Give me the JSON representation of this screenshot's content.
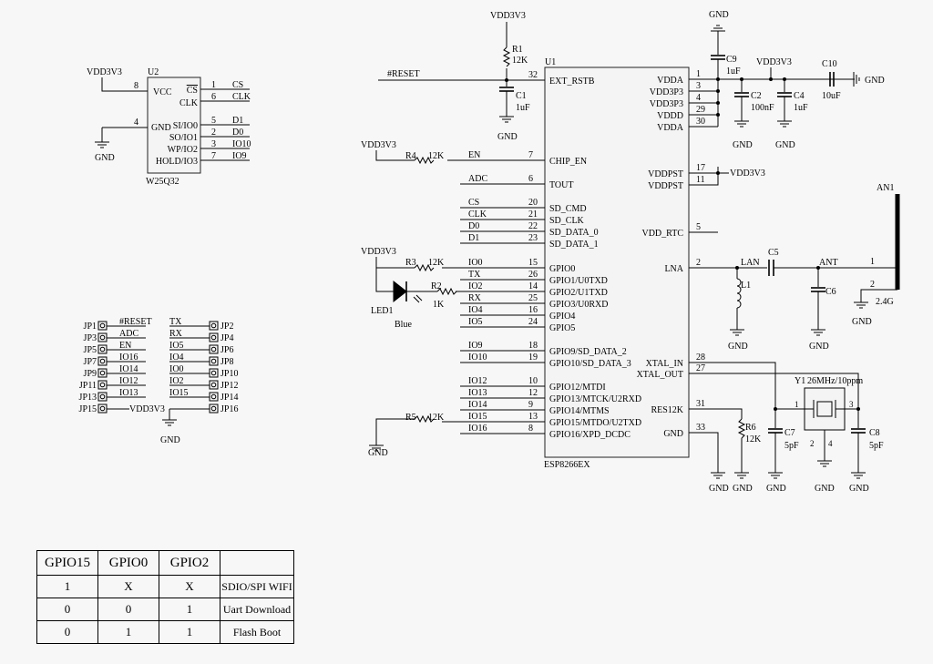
{
  "flash": {
    "ref": "U2",
    "part": "W25Q32",
    "vcc_net": "VDD3V3",
    "gnd_net": "GND",
    "left_pins": [
      {
        "num": "8",
        "name": "VCC"
      },
      {
        "num": "4",
        "name": "GND"
      }
    ],
    "right_pins": [
      {
        "num": "1",
        "name": "CS",
        "net": "CS"
      },
      {
        "num": "6",
        "name": "CLK",
        "net": "CLK"
      },
      {
        "num": "5",
        "name": "SI/IO0",
        "net": "D1"
      },
      {
        "num": "2",
        "name": "SO/IO1",
        "net": "D0"
      },
      {
        "num": "3",
        "name": "WP/IO2",
        "net": "IO10"
      },
      {
        "num": "7",
        "name": "HOLD/IO3",
        "net": "IO9"
      }
    ]
  },
  "mcu": {
    "ref": "U1",
    "part": "ESP8266EX",
    "left_pins": [
      {
        "num": "32",
        "name": "EXT_RSTB",
        "net": "#RESET"
      },
      {
        "num": "7",
        "name": "CHIP_EN",
        "net": "EN"
      },
      {
        "num": "6",
        "name": "TOUT",
        "net": "ADC"
      },
      {
        "num": "20",
        "name": "SD_CMD",
        "net": "CS"
      },
      {
        "num": "21",
        "name": "SD_CLK",
        "net": "CLK"
      },
      {
        "num": "22",
        "name": "SD_DATA_0",
        "net": "D0"
      },
      {
        "num": "23",
        "name": "SD_DATA_1",
        "net": "D1"
      },
      {
        "num": "15",
        "name": "GPIO0",
        "net": "IO0"
      },
      {
        "num": "26",
        "name": "GPIO1/U0TXD",
        "net": "TX"
      },
      {
        "num": "14",
        "name": "GPIO2/U1TXD",
        "net": "IO2"
      },
      {
        "num": "25",
        "name": "GPIO3/U0RXD",
        "net": "RX"
      },
      {
        "num": "16",
        "name": "GPIO4",
        "net": "IO4"
      },
      {
        "num": "24",
        "name": "GPIO5",
        "net": "IO5"
      },
      {
        "num": "18",
        "name": "GPIO9/SD_DATA_2",
        "net": "IO9"
      },
      {
        "num": "19",
        "name": "GPIO10/SD_DATA_3",
        "net": "IO10"
      },
      {
        "num": "10",
        "name": "GPIO12/MTDI",
        "net": "IO12"
      },
      {
        "num": "12",
        "name": "GPIO13/MTCK/U2RXD",
        "net": "IO13"
      },
      {
        "num": "9",
        "name": "GPIO14/MTMS",
        "net": "IO14"
      },
      {
        "num": "13",
        "name": "GPIO15/MTDO/U2TXD",
        "net": "IO15"
      },
      {
        "num": "8",
        "name": "GPIO16/XPD_DCDC",
        "net": "IO16"
      }
    ],
    "right_pins": [
      {
        "num": "1",
        "name": "VDDA"
      },
      {
        "num": "3",
        "name": "VDD3P3"
      },
      {
        "num": "4",
        "name": "VDD3P3"
      },
      {
        "num": "29",
        "name": "VDDD"
      },
      {
        "num": "30",
        "name": "VDDA"
      },
      {
        "num": "17",
        "name": "VDDPST"
      },
      {
        "num": "11",
        "name": "VDDPST"
      },
      {
        "num": "5",
        "name": "VDD_RTC"
      },
      {
        "num": "2",
        "name": "LNA"
      },
      {
        "num": "28",
        "name": "XTAL_IN"
      },
      {
        "num": "27",
        "name": "XTAL_OUT"
      },
      {
        "num": "31",
        "name": "RES12K"
      },
      {
        "num": "33",
        "name": "GND"
      }
    ]
  },
  "parts": {
    "R1": {
      "ref": "R1",
      "value": "12K"
    },
    "C1": {
      "ref": "C1",
      "value": "1uF"
    },
    "R4": {
      "ref": "R4",
      "value": "12K"
    },
    "R3": {
      "ref": "R3",
      "value": "12K"
    },
    "R2": {
      "ref": "R2",
      "value": "1K"
    },
    "R5": {
      "ref": "R5",
      "value": "12K"
    },
    "LED1": {
      "ref": "LED1",
      "color": "Blue"
    },
    "C9": {
      "ref": "C9",
      "value": "1uF"
    },
    "C2": {
      "ref": "C2",
      "value": "100nF"
    },
    "C4": {
      "ref": "C4",
      "value": "1uF"
    },
    "C10": {
      "ref": "C10",
      "value": "10uF"
    },
    "C5": {
      "ref": "C5"
    },
    "C6": {
      "ref": "C6"
    },
    "L1": {
      "ref": "L1"
    },
    "R6": {
      "ref": "R6",
      "value": "12K"
    },
    "C7": {
      "ref": "C7",
      "value": "5pF"
    },
    "C8": {
      "ref": "C8",
      "value": "5pF"
    },
    "Y1": {
      "ref": "Y1",
      "value": "26MHz/10ppm",
      "pins": [
        "1",
        "2",
        "3",
        "4"
      ]
    },
    "AN1": {
      "ref": "AN1",
      "pins": [
        "1",
        "2"
      ],
      "freq": "2.4G"
    }
  },
  "nets": {
    "vdd": "VDD3V3",
    "gnd": "GND",
    "reset": "#RESET",
    "lan": "LAN",
    "ant": "ANT",
    "adc": "ADC",
    "en": "EN"
  },
  "header": {
    "left": [
      {
        "jp": "JP1",
        "net": "#RESET"
      },
      {
        "jp": "JP3",
        "net": "ADC"
      },
      {
        "jp": "JP5",
        "net": "EN"
      },
      {
        "jp": "JP7",
        "net": "IO16"
      },
      {
        "jp": "JP9",
        "net": "IO14"
      },
      {
        "jp": "JP11",
        "net": "IO12"
      },
      {
        "jp": "JP13",
        "net": "IO13"
      },
      {
        "jp": "JP15",
        "net": "VDD3V3"
      }
    ],
    "right": [
      {
        "jp": "JP2",
        "net": "TX"
      },
      {
        "jp": "JP4",
        "net": "RX"
      },
      {
        "jp": "JP6",
        "net": "IO5"
      },
      {
        "jp": "JP8",
        "net": "IO4"
      },
      {
        "jp": "JP10",
        "net": "IO0"
      },
      {
        "jp": "JP12",
        "net": "IO2"
      },
      {
        "jp": "JP14",
        "net": "IO15"
      },
      {
        "jp": "JP16",
        "net": "GND"
      }
    ]
  },
  "boot_table": {
    "headers": [
      "GPIO15",
      "GPIO0",
      "GPIO2",
      ""
    ],
    "rows": [
      [
        "1",
        "X",
        "X",
        "SDIO/SPI WIFI"
      ],
      [
        "0",
        "0",
        "1",
        "Uart Download"
      ],
      [
        "0",
        "1",
        "1",
        "Flash Boot"
      ]
    ]
  }
}
